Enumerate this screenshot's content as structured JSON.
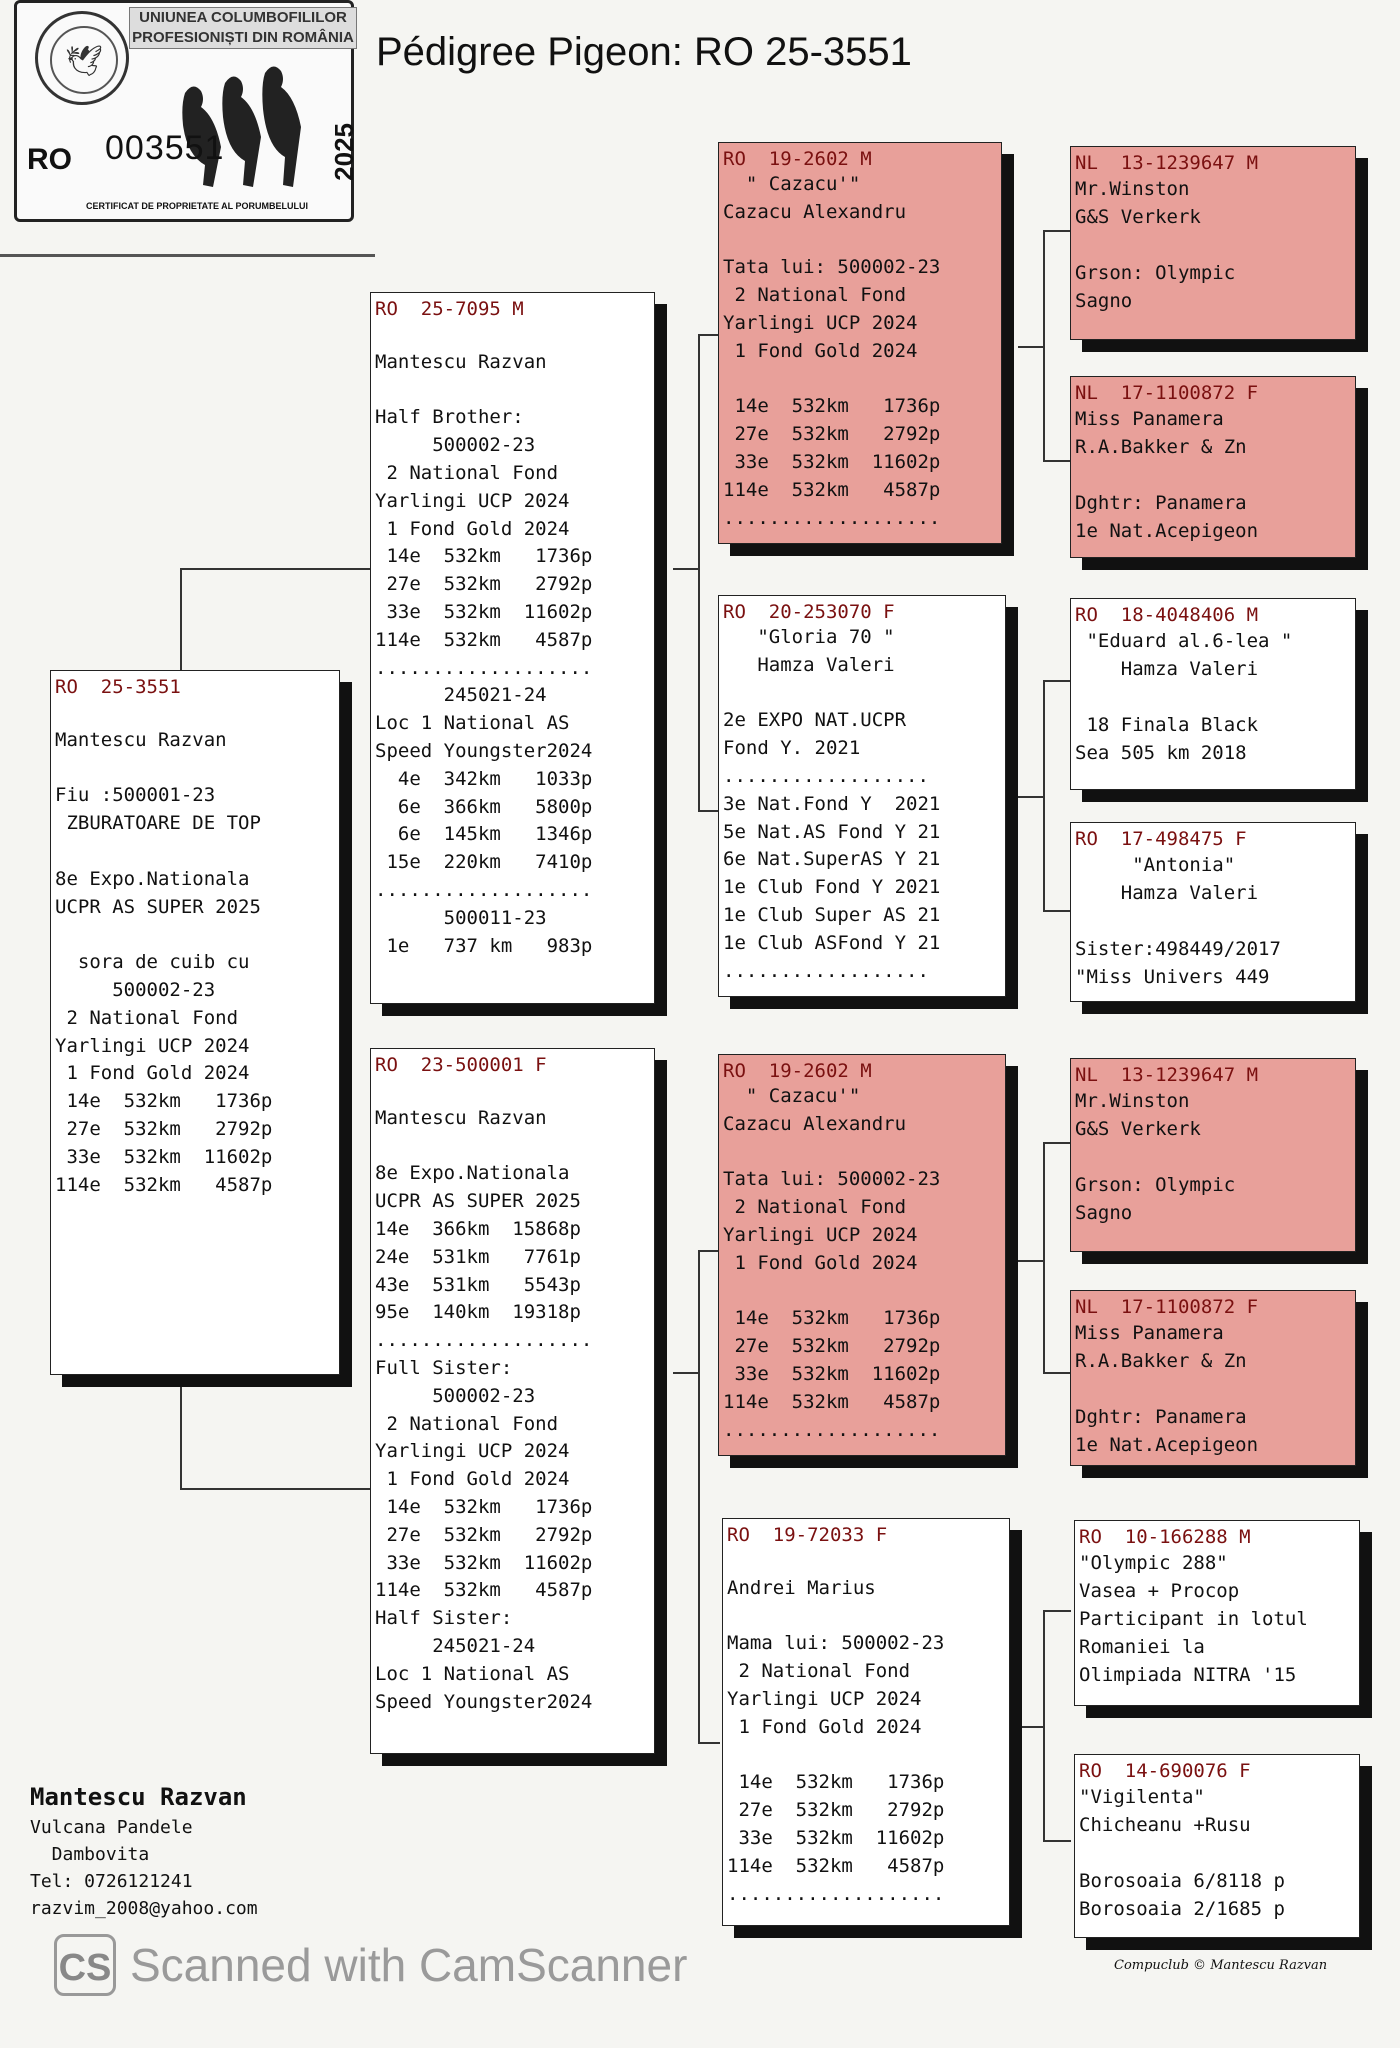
{
  "certificate": {
    "org": "UNIUNEA COLUMBOFILILOR PROFESIONIȘTI DIN ROMÂNIA",
    "ro": "RO",
    "serial": "003551",
    "year": "2025",
    "footer": "CERTIFICAT DE PROPRIETATE AL PORUMBELULUI"
  },
  "title": "Pédigree Pigeon: RO  25-3551",
  "boxes": {
    "subject": {
      "ring": "RO  25-3551",
      "lines": [
        "",
        "Mantescu Razvan",
        "",
        "Fiu :500001-23",
        " ZBURATOARE DE TOP",
        "",
        "8e Expo.Nationala",
        "UCPR AS SUPER 2025",
        "",
        "  sora de cuib cu",
        "     500002-23",
        " 2 National Fond",
        "Yarlingi UCP 2024",
        " 1 Fond Gold 2024",
        " 14e  532km   1736p",
        " 27e  532km   2792p",
        " 33e  532km  11602p",
        "114e  532km   4587p"
      ]
    },
    "father": {
      "ring": "RO  25-7095 M",
      "lines": [
        "",
        "Mantescu Razvan",
        "",
        "Half Brother:",
        "     500002-23",
        " 2 National Fond",
        "Yarlingi UCP 2024",
        " 1 Fond Gold 2024",
        " 14e  532km   1736p",
        " 27e  532km   2792p",
        " 33e  532km  11602p",
        "114e  532km   4587p",
        "...................",
        "      245021-24",
        "Loc 1 National AS",
        "Speed Youngster2024",
        "  4e  342km   1033p",
        "  6e  366km   5800p",
        "  6e  145km   1346p",
        " 15e  220km   7410p",
        "...................",
        "      500011-23",
        " 1e   737 km   983p"
      ]
    },
    "mother": {
      "ring": "RO  23-500001 F",
      "lines": [
        "",
        "Mantescu Razvan",
        "",
        "8e Expo.Nationala",
        "UCPR AS SUPER 2025",
        "14e  366km  15868p",
        "24e  531km   7761p",
        "43e  531km   5543p",
        "95e  140km  19318p",
        "...................",
        "Full Sister:",
        "     500002-23",
        " 2 National Fond",
        "Yarlingi UCP 2024",
        " 1 Fond Gold 2024",
        " 14e  532km   1736p",
        " 27e  532km   2792p",
        " 33e  532km  11602p",
        "114e  532km   4587p",
        "Half Sister:",
        "     245021-24",
        "Loc 1 National AS",
        "Speed Youngster2024"
      ]
    },
    "ff": {
      "ring": "RO  19-2602 M",
      "lines": [
        "  \" Cazacu'\"",
        "Cazacu Alexandru",
        "",
        "Tata lui: 500002-23",
        " 2 National Fond",
        "Yarlingi UCP 2024",
        " 1 Fond Gold 2024",
        "",
        " 14e  532km   1736p",
        " 27e  532km   2792p",
        " 33e  532km  11602p",
        "114e  532km   4587p",
        "..................."
      ]
    },
    "fm": {
      "ring": "RO  20-253070 F",
      "lines": [
        "   \"Gloria 70 \"",
        "   Hamza Valeri",
        "",
        "2e EXPO NAT.UCPR",
        "Fond Y. 2021",
        "..................",
        "3e Nat.Fond Y  2021",
        "5e Nat.AS Fond Y 21",
        "6e Nat.SuperAS Y 21",
        "1e Club Fond Y 2021",
        "1e Club Super AS 21",
        "1e Club ASFond Y 21",
        ".................."
      ]
    },
    "mf": {
      "ring": "RO  19-2602 M",
      "lines": [
        "  \" Cazacu'\"",
        "Cazacu Alexandru",
        "",
        "Tata lui: 500002-23",
        " 2 National Fond",
        "Yarlingi UCP 2024",
        " 1 Fond Gold 2024",
        "",
        " 14e  532km   1736p",
        " 27e  532km   2792p",
        " 33e  532km  11602p",
        "114e  532km   4587p",
        "..................."
      ]
    },
    "mm": {
      "ring": "RO  19-72033 F",
      "lines": [
        "",
        "Andrei Marius",
        "",
        "Mama lui: 500002-23",
        " 2 National Fond",
        "Yarlingi UCP 2024",
        " 1 Fond Gold 2024",
        "",
        " 14e  532km   1736p",
        " 27e  532km   2792p",
        " 33e  532km  11602p",
        "114e  532km   4587p",
        "..................."
      ]
    },
    "fff": {
      "ring": "NL  13-1239647 M",
      "lines": [
        "Mr.Winston",
        "G&S Verkerk",
        "",
        "Grson: Olympic",
        "Sagno"
      ]
    },
    "ffm": {
      "ring": "NL  17-1100872 F",
      "lines": [
        "Miss Panamera",
        "R.A.Bakker & Zn",
        "",
        "Dghtr: Panamera",
        "1e Nat.Acepigeon"
      ]
    },
    "fmf": {
      "ring": "RO  18-4048406 M",
      "lines": [
        " \"Eduard al.6-lea \"",
        "    Hamza Valeri",
        "",
        " 18 Finala Black",
        "Sea 505 km 2018"
      ]
    },
    "fmm": {
      "ring": "RO  17-498475 F",
      "lines": [
        "     \"Antonia\"",
        "    Hamza Valeri",
        "",
        "Sister:498449/2017",
        "\"Miss Univers 449"
      ]
    },
    "mff": {
      "ring": "NL  13-1239647 M",
      "lines": [
        "Mr.Winston",
        "G&S Verkerk",
        "",
        "Grson: Olympic",
        "Sagno"
      ]
    },
    "mfm": {
      "ring": "NL  17-1100872 F",
      "lines": [
        "Miss Panamera",
        "R.A.Bakker & Zn",
        "",
        "Dghtr: Panamera",
        "1e Nat.Acepigeon"
      ]
    },
    "mmf": {
      "ring": "RO  10-166288 M",
      "lines": [
        "\"Olympic 288\"",
        "Vasea + Procop",
        "Participant in lotul",
        "Romaniei la",
        "Olimpiada NITRA '15"
      ]
    },
    "mmm": {
      "ring": "RO  14-690076 F",
      "lines": [
        "\"Vigilenta\"",
        "Chicheanu +Rusu",
        "",
        "Borosoaia 6/8118 p",
        "Borosoaia 2/1685 p"
      ]
    }
  },
  "owner": {
    "name": "Mantescu Razvan",
    "lines": [
      "Vulcana Pandele",
      "  Dambovita",
      "Tel: 0726121241",
      "razvim_2008@yahoo.com"
    ]
  },
  "scanner": {
    "logo": "CS",
    "text": "Scanned with CamScanner"
  },
  "credit": "Compuclub © Mantescu Razvan",
  "colors": {
    "highlight": "#e8a09a",
    "ring_text": "#7a1010"
  }
}
